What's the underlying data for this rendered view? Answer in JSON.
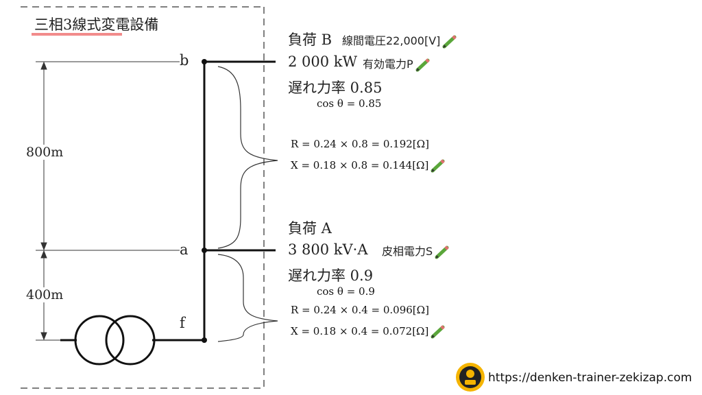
{
  "title": "三相3線式変電設備",
  "nodes": {
    "b": "b",
    "a": "a",
    "f": "f"
  },
  "distances": {
    "upper": "800m",
    "lower": "400m"
  },
  "loadB": {
    "name": "負荷 B",
    "line_voltage": "線間電圧22,000[V]",
    "power": "2 000 kW",
    "power_label": "有効電力P",
    "pf": "遅れ力率 0.85",
    "cos": "cos θ = 0.85",
    "R": "R = 0.24 × 0.8 = 0.192[Ω]",
    "X": "X = 0.18 × 0.8 = 0.144[Ω]"
  },
  "loadA": {
    "name": "負荷 A",
    "power": "3 800 kV·A",
    "power_label": "皮相電力S",
    "pf": "遅れ力率 0.9",
    "cos": "cos θ = 0.9",
    "R": "R = 0.24 × 0.4 = 0.096[Ω]",
    "X": "X = 0.18 × 0.4 = 0.072[Ω]"
  },
  "footer": {
    "url": "https://denken-trainer-zekizap.com"
  },
  "colors": {
    "title_underline": "#f28b8b",
    "pencil": "#5aa63a",
    "logo": "#f5b400"
  }
}
